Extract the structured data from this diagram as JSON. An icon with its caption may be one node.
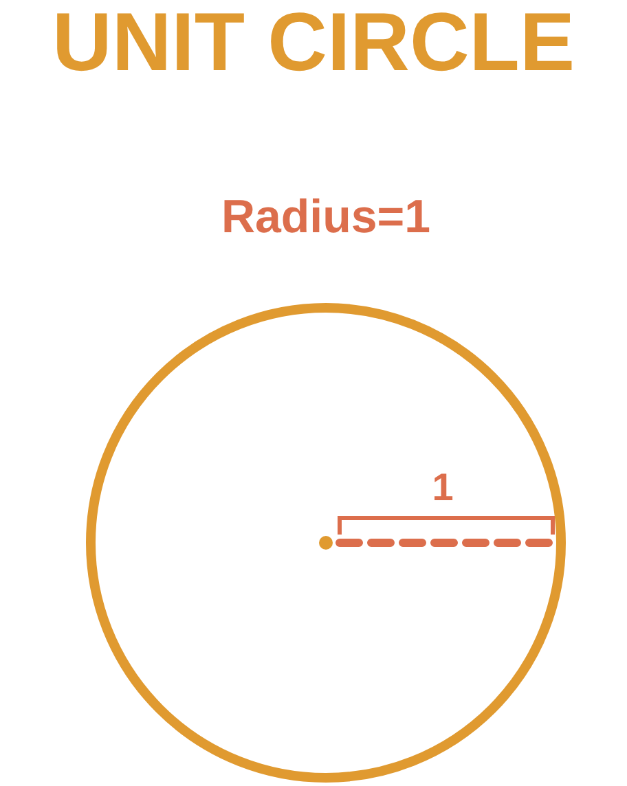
{
  "diagram": {
    "title": "UNIT CIRCLE",
    "labels": [
      "Radius=1",
      "1"
    ]
  }
}
